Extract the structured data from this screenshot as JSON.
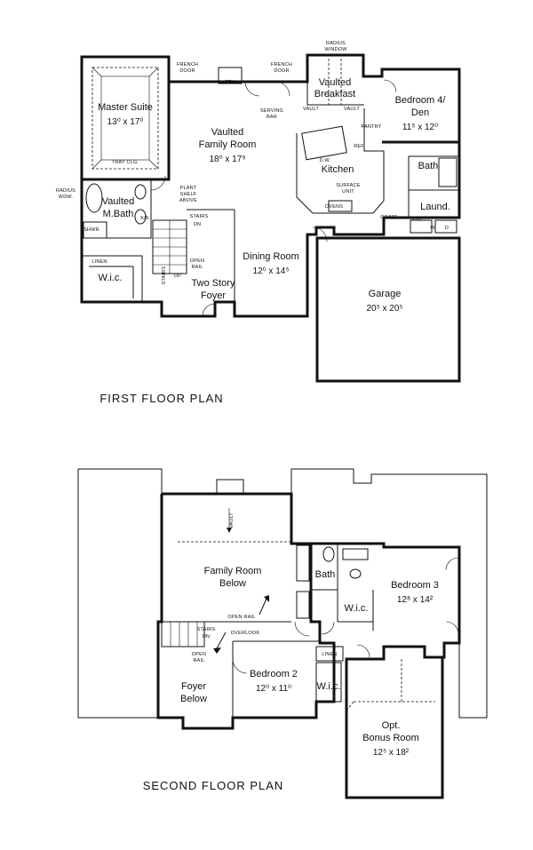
{
  "first_floor": {
    "title": "FIRST FLOOR PLAN",
    "rooms": {
      "master_suite": {
        "name": "Master Suite",
        "dim": "13⁰ x 17⁰"
      },
      "family_room": {
        "name1": "Vaulted",
        "name2": "Family Room",
        "dim": "18⁰ x 17⁹"
      },
      "breakfast": {
        "name1": "Vaulted",
        "name2": "Breakfast"
      },
      "bedroom4": {
        "name1": "Bedroom 4/",
        "name2": "Den",
        "dim": "11⁵ x 12⁰"
      },
      "kitchen": {
        "name": "Kitchen"
      },
      "bath": {
        "name": "Bath"
      },
      "laundry": {
        "name": "Laund."
      },
      "master_bath": {
        "name1": "Vaulted",
        "name2": "M.Bath"
      },
      "wic": {
        "name": "W.i.c."
      },
      "foyer": {
        "name1": "Two Story",
        "name2": "Foyer"
      },
      "dining": {
        "name": "Dining Room",
        "dim": "12⁰ x 14⁵"
      },
      "garage": {
        "name": "Garage",
        "dim": "20⁵ x 20⁵"
      }
    },
    "notes": {
      "french_door_1a": "FRENCH",
      "french_door_1b": "DOOR",
      "french_door_2a": "FRENCH",
      "french_door_2b": "DOOR",
      "fpl": "FPL",
      "radius_window_a": "RADIUS",
      "radius_window_b": "WINDOW",
      "serving_bar_a": "SERVING",
      "serving_bar_b": "BAR",
      "vault1": "VAULT",
      "vault2": "VAULT",
      "pantry": "PANTRY",
      "ref": "REF",
      "dw": "D.W.",
      "surface_unit_a": "SURFACE",
      "surface_unit_b": "UNIT",
      "ovens": "OVENS",
      "coats": "COATS",
      "sink": "SINK",
      "w": "W",
      "d": "D",
      "tray_clg": "TRAY CLG.",
      "radius_wdw_a": "RADIUS",
      "radius_wdw_b": "WDW.",
      "plant_shelf_a": "PLANT",
      "plant_shelf_b": "SHELF",
      "plant_shelf_c": "ABOVE",
      "stairs": "STAIRS",
      "dn": "DN",
      "open_rail_a": "OPEN",
      "open_rail_b": "RAIL",
      "stairs_v": "STAIRS",
      "up": "UP",
      "shwr": "SHWR",
      "linen": "LINEN",
      "ks": "K/S"
    }
  },
  "second_floor": {
    "title": "SECOND FLOOR PLAN",
    "rooms": {
      "family_below": {
        "name1": "Family Room",
        "name2": "Below"
      },
      "bath": {
        "name": "Bath"
      },
      "bedroom3": {
        "name": "Bedroom 3",
        "dim": "12⁸ x 14²"
      },
      "wic1": {
        "name": "W.i.c."
      },
      "foyer_below": {
        "name1": "Foyer",
        "name2": "Below"
      },
      "bedroom2": {
        "name": "Bedroom 2",
        "dim": "12⁰ x 11⁰"
      },
      "wic2": {
        "name": "W.i.c."
      },
      "bonus": {
        "name1": "Opt.",
        "name2": "Bonus Room",
        "dim": "12⁵ x 18²"
      }
    },
    "notes": {
      "vault": "VAULT",
      "open_rail_h": "OPEN RAIL",
      "stairs": "STAIRS",
      "dn": "DN",
      "overlook": "OVERLOOK",
      "open_rail_a": "OPEN",
      "open_rail_b": "RAIL",
      "linen": "LINEN"
    }
  }
}
